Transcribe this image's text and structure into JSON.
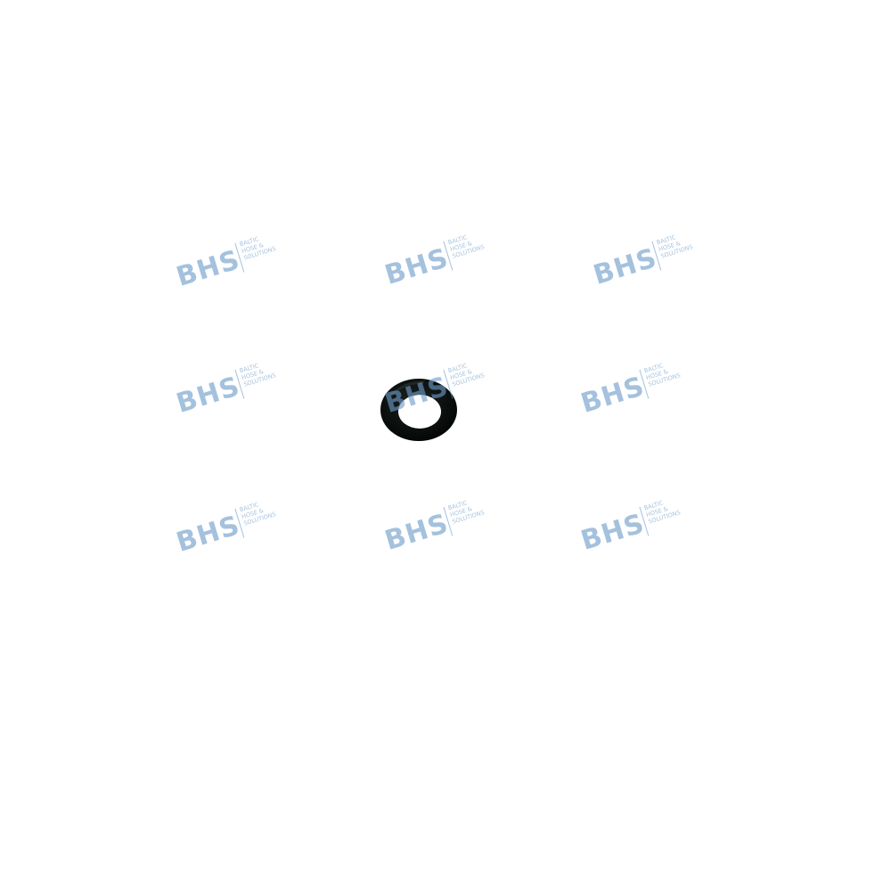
{
  "colors": {
    "background": "#ffffff",
    "oring": "#0b0f0e",
    "watermark": "#6d9cc9"
  },
  "watermark": {
    "brand": "BHS",
    "tagline": [
      "BALTIC",
      "HOSE &",
      "SOLUTIONS"
    ]
  },
  "subject": {
    "icon": "o-ring-seal"
  }
}
